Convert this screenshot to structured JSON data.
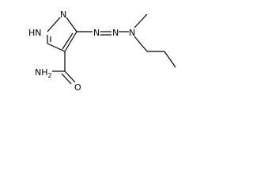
{
  "molecule": {
    "atoms": {
      "nh_ring": "HN",
      "n_ring": "N",
      "n_azo_1": "N",
      "n_azo_2": "N",
      "n_amine": "N",
      "amide_n": "NH",
      "amide_h2_subscript": "2",
      "amide_o": "O"
    }
  }
}
